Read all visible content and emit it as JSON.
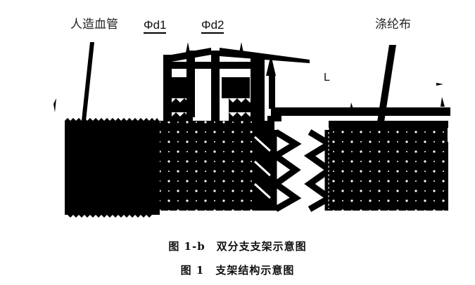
{
  "diagram": {
    "labels": {
      "artificial_vessel": "人造血管",
      "diameter_1": "Φd1",
      "diameter_2": "Φd2",
      "length": "L",
      "polyester_fabric": "涤纶布"
    },
    "captions": {
      "sub_figure": "图 1-b　双分支支架示意图",
      "main_figure": "图 1　支架结构示意图"
    },
    "colors": {
      "ink": "#000000",
      "background": "#ffffff",
      "dot": "#ffffff"
    }
  }
}
